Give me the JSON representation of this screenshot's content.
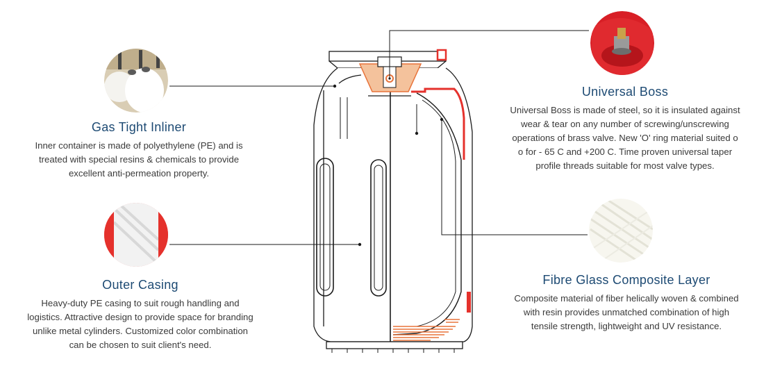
{
  "features": {
    "gas_tight_inliner": {
      "title": "Gas Tight Inliner",
      "lines": [
        "Inner container is made of polyethylene (PE) and is",
        "treated with special resins & chemicals to provide",
        "excellent anti-permeation property."
      ]
    },
    "outer_casing": {
      "title": "Outer Casing",
      "lines": [
        "Heavy-duty PE casing to suit rough handling and",
        "logistics. Attractive design to provide space for branding",
        "unlike metal cylinders. Customized color combination",
        "can be chosen to suit client's need."
      ]
    },
    "universal_boss": {
      "title": "Universal Boss",
      "lines": [
        "Universal Boss is made of steel, so it is insulated against",
        "wear & tear on any number of screwing/unscrewing",
        "operations of brass valve. New 'O' ring material suited o",
        "o for - 65 C and +200 C. Time proven universal taper",
        "profile threads suitable for most valve types."
      ]
    },
    "fibre_glass": {
      "title": "Fibre Glass Composite Layer",
      "lines": [
        "Composite material of fiber helically woven & combined",
        "with resin provides unmatched combination of high",
        "tensile strength, lightweight and UV resistance."
      ]
    }
  },
  "colors": {
    "title": "#1d4a73",
    "accent_red": "#e5312c",
    "accent_orange": "#e8733a",
    "outline": "#1a1a1a"
  }
}
